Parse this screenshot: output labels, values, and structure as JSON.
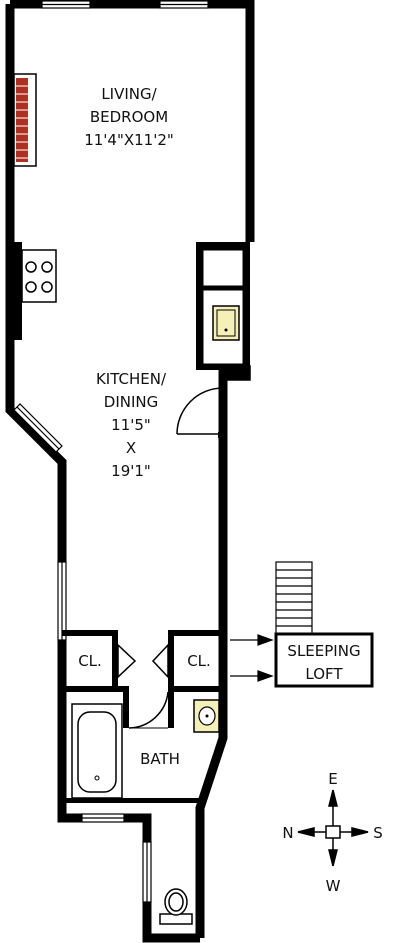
{
  "rooms": {
    "living": {
      "name_line1": "LIVING/",
      "name_line2": "BEDROOM",
      "dimensions": "11'4\"X11'2\""
    },
    "kitchen": {
      "name_line1": "KITCHEN/",
      "name_line2": "DINING",
      "dim_line1": "11'5\"",
      "dim_line2": "X",
      "dim_line3": "19'1\""
    },
    "closet_left": "CL.",
    "closet_right": "CL.",
    "bath": "BATH",
    "loft": {
      "line1": "SLEEPING",
      "line2": "LOFT"
    }
  },
  "compass": {
    "north": "N",
    "south": "S",
    "east": "E",
    "west": "W"
  },
  "colors": {
    "wall": "#000000",
    "fixture_fill": "#f4f0b8",
    "fireplace_brick": "#b03020",
    "line": "#111111"
  }
}
